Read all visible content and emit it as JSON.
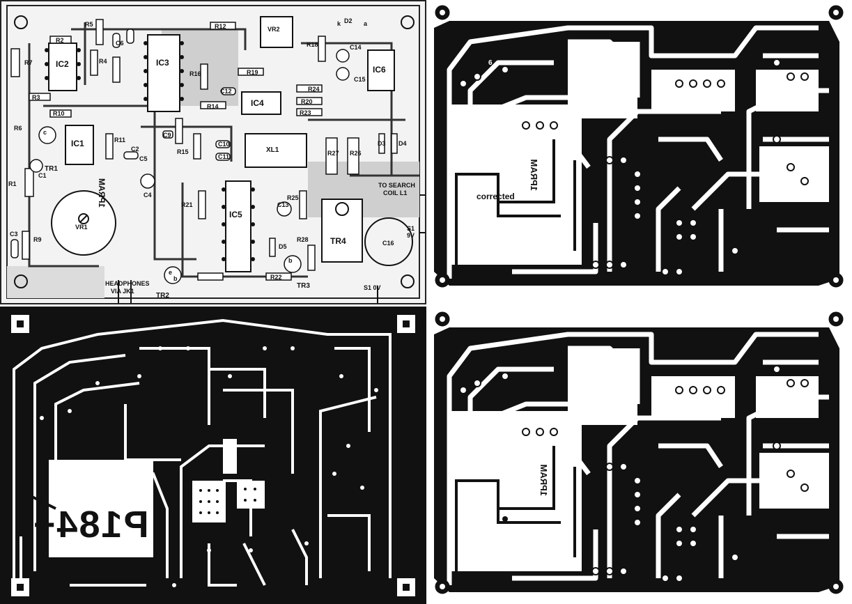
{
  "overlay": {
    "components": {
      "r1": "R1",
      "r2": "R2",
      "r3": "R3",
      "r4": "R4",
      "r5": "R5",
      "r6": "R6",
      "r7": "R7",
      "r9": "R9",
      "r10": "R10",
      "r11": "R11",
      "r12": "R12",
      "r14": "R14",
      "r15": "R15",
      "r16": "R16",
      "r18": "R18",
      "r19": "R19",
      "r20": "R20",
      "r21": "R21",
      "r22": "R22",
      "r23": "R23",
      "r24": "R24",
      "r25": "R25",
      "r26": "R26",
      "r27": "R27",
      "r28": "R28",
      "c1": "C1",
      "c2": "C2",
      "c3": "C3",
      "c4": "C4",
      "c5": "C5",
      "c6": "C6",
      "c9": "C9",
      "c10": "C10",
      "c11": "C11",
      "c12": "C12",
      "c13": "C13",
      "c14": "C14",
      "c15": "C15",
      "c16": "C16",
      "ic1": "IC1",
      "ic2": "IC2",
      "ic3": "IC3",
      "ic4": "IC4",
      "ic5": "IC5",
      "ic6": "IC6",
      "tr1": "TR1",
      "tr2": "TR2",
      "tr3": "TR3",
      "tr4": "TR4",
      "d2": "D2",
      "d3": "D3",
      "d4": "D4",
      "d5": "D5",
      "vr1": "VR1",
      "vr2": "VR2",
      "xl1": "XL1"
    },
    "captions": {
      "search_coil_line1": "TO SEARCH",
      "search_coil_line2": "COIL L1",
      "headphones_line1": "HEADPHONES",
      "headphones_line2": "VIA JK1",
      "s1_9v": "9V",
      "s1_0v": "S1 0V",
      "s1": "S1",
      "board_code": "1PRAM",
      "pin_b": "b",
      "pin_c": "c",
      "pin_e": "e",
      "pin_k": "k",
      "pin_a": "a"
    }
  },
  "copper_a": {
    "pin_number": "6",
    "corrected_label": "corrected",
    "board_code": "1PRAM"
  },
  "copper_b": {
    "board_code": "P184+"
  },
  "copper_c": {
    "board_code": "1PRAM"
  }
}
